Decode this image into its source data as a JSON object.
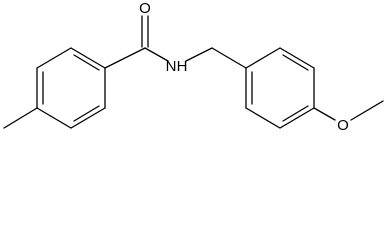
{
  "molecule": {
    "atoms": {
      "oxygen_carbonyl": "O",
      "nitrogen_amide": "N",
      "hydrogen_amide": "H",
      "oxygen_methoxy": "O"
    }
  },
  "colors": {
    "bond": "#000000",
    "label": "#000000",
    "background": "#ffffff"
  }
}
